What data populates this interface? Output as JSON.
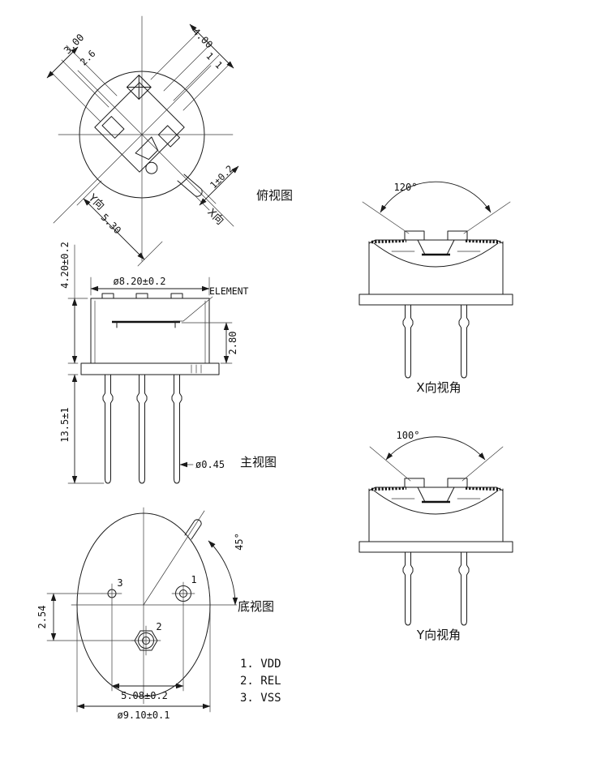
{
  "colors": {
    "background": "#ffffff",
    "line": "#1a1a1a"
  },
  "top_view": {
    "title": "俯视图",
    "dim_3_00": "3.00",
    "dim_2_6": "2.6",
    "dim_4_00": "4.00",
    "dim_1_left": "1",
    "dim_1_right": "1",
    "dim_tab": "1±0.2",
    "dim_5_30": "5.30",
    "axis_y": "Y向",
    "axis_x": "X向"
  },
  "front_view": {
    "title": "主视图",
    "dim_dia": "ø8.20±0.2",
    "element_label": "ELEMENT",
    "dim_height": "4.20±0.2",
    "dim_inner": "2.80",
    "dim_pin_len": "13.5±1",
    "dim_pin_dia": "ø0.45"
  },
  "bottom_view": {
    "title": "底视图",
    "dim_angle": "45°",
    "dim_pitch_v": "2.54",
    "dim_pitch_h": "5.08±0.2",
    "dim_dia": "ø9.10±0.1",
    "pin_labels": {
      "pin1": "1",
      "pin2": "2",
      "pin3": "3"
    },
    "legend": [
      "1. VDD",
      "2. REL",
      "3. VSS"
    ]
  },
  "x_view": {
    "title": "X向视角",
    "angle": "120°"
  },
  "y_view": {
    "title": "Y向视角",
    "angle": "100°"
  }
}
